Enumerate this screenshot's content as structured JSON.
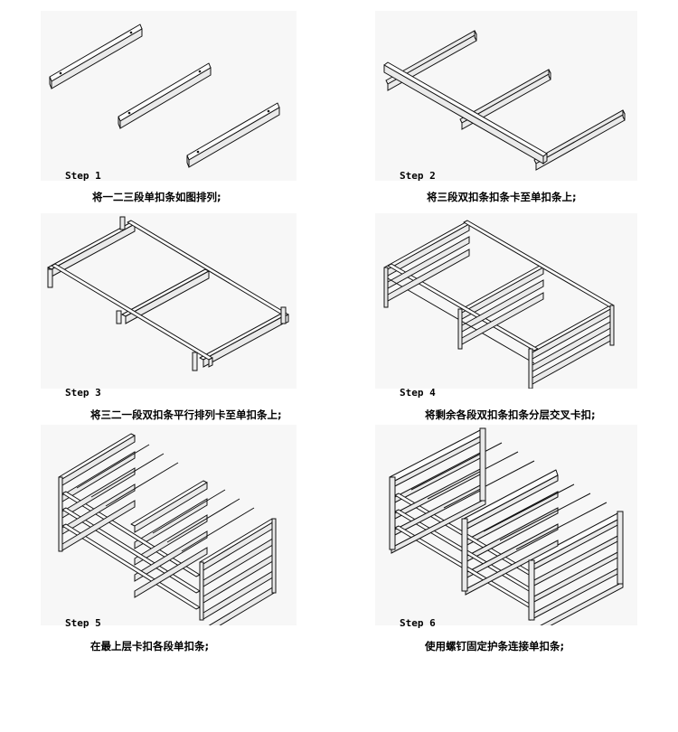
{
  "steps": [
    {
      "label": "Step 1",
      "caption": "将一二三段单扣条如图排列;"
    },
    {
      "label": "Step 2",
      "caption": "将三段双扣条扣条卡至单扣条上;"
    },
    {
      "label": "Step 3",
      "caption": "将三二一段双扣条平行排列卡至单扣条上;"
    },
    {
      "label": "Step 4",
      "caption": "将剩余各段双扣条扣条分层交叉卡扣;"
    },
    {
      "label": "Step 5",
      "caption": "在最上层卡扣各段单扣条;"
    },
    {
      "label": "Step 6",
      "caption": "使用螺钉固定护条连接单扣条;"
    }
  ]
}
